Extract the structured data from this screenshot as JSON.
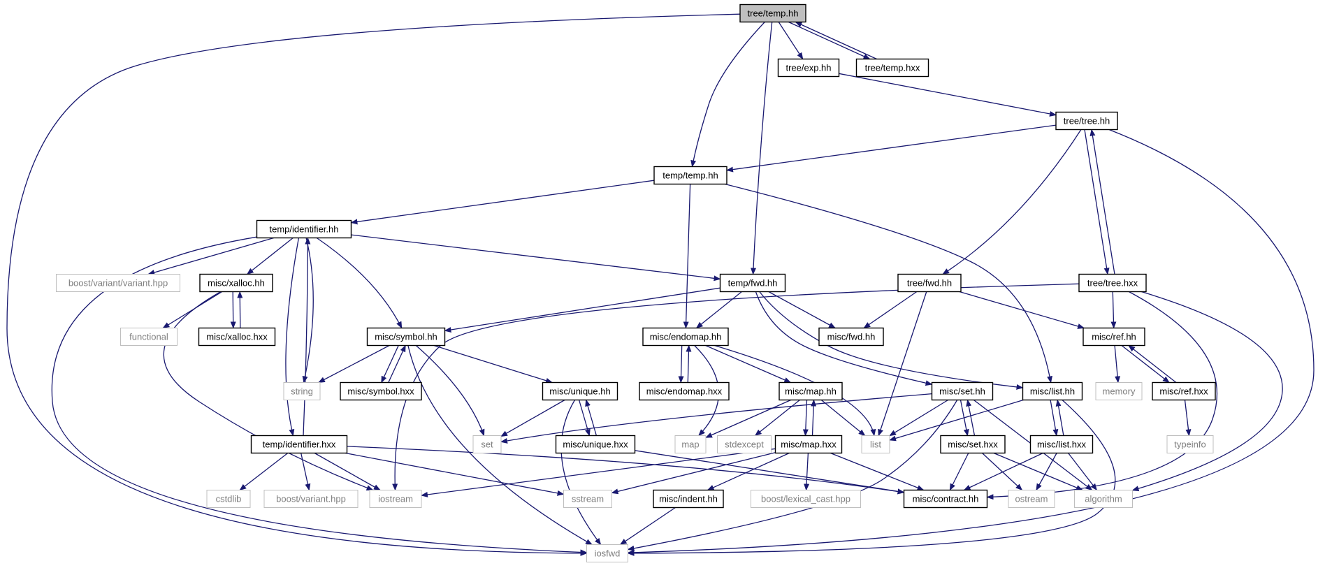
{
  "colors": {
    "edge": "#191970",
    "node_border": "#000000",
    "system_border": "#bfbfbf",
    "system_text": "#7f7f7f",
    "root_fill": "#bfbfbf",
    "text": "#000000"
  },
  "nodes": [
    {
      "id": "tree_temp_hh",
      "label": "tree/temp.hh",
      "kind": "root"
    },
    {
      "id": "tree_exp_hh",
      "label": "tree/exp.hh",
      "kind": "local"
    },
    {
      "id": "tree_temp_hxx",
      "label": "tree/temp.hxx",
      "kind": "local"
    },
    {
      "id": "tree_tree_hh",
      "label": "tree/tree.hh",
      "kind": "local"
    },
    {
      "id": "temp_temp_hh",
      "label": "temp/temp.hh",
      "kind": "local"
    },
    {
      "id": "temp_identifier_hh",
      "label": "temp/identifier.hh",
      "kind": "local"
    },
    {
      "id": "boost_variant_variant_hpp",
      "label": "boost/variant/variant.hpp",
      "kind": "system"
    },
    {
      "id": "misc_xalloc_hh",
      "label": "misc/xalloc.hh",
      "kind": "local"
    },
    {
      "id": "functional",
      "label": "functional",
      "kind": "system"
    },
    {
      "id": "misc_xalloc_hxx",
      "label": "misc/xalloc.hxx",
      "kind": "local"
    },
    {
      "id": "temp_fwd_hh",
      "label": "temp/fwd.hh",
      "kind": "local"
    },
    {
      "id": "tree_fwd_hh",
      "label": "tree/fwd.hh",
      "kind": "local"
    },
    {
      "id": "tree_tree_hxx",
      "label": "tree/tree.hxx",
      "kind": "local"
    },
    {
      "id": "misc_symbol_hh",
      "label": "misc/symbol.hh",
      "kind": "local"
    },
    {
      "id": "misc_endomap_hh",
      "label": "misc/endomap.hh",
      "kind": "local"
    },
    {
      "id": "misc_fwd_hh",
      "label": "misc/fwd.hh",
      "kind": "local"
    },
    {
      "id": "misc_ref_hh",
      "label": "misc/ref.hh",
      "kind": "local"
    },
    {
      "id": "string",
      "label": "string",
      "kind": "system"
    },
    {
      "id": "misc_symbol_hxx",
      "label": "misc/symbol.hxx",
      "kind": "local"
    },
    {
      "id": "misc_endomap_hxx",
      "label": "misc/endomap.hxx",
      "kind": "local"
    },
    {
      "id": "misc_unique_hh",
      "label": "misc/unique.hh",
      "kind": "local"
    },
    {
      "id": "misc_map_hh",
      "label": "misc/map.hh",
      "kind": "local"
    },
    {
      "id": "misc_set_hh",
      "label": "misc/set.hh",
      "kind": "local"
    },
    {
      "id": "misc_list_hh",
      "label": "misc/list.hh",
      "kind": "local"
    },
    {
      "id": "memory",
      "label": "memory",
      "kind": "system"
    },
    {
      "id": "misc_ref_hxx",
      "label": "misc/ref.hxx",
      "kind": "local"
    },
    {
      "id": "temp_identifier_hxx",
      "label": "temp/identifier.hxx",
      "kind": "local"
    },
    {
      "id": "set",
      "label": "set",
      "kind": "system"
    },
    {
      "id": "misc_unique_hxx",
      "label": "misc/unique.hxx",
      "kind": "local"
    },
    {
      "id": "map",
      "label": "map",
      "kind": "system"
    },
    {
      "id": "stdexcept",
      "label": "stdexcept",
      "kind": "system"
    },
    {
      "id": "misc_map_hxx",
      "label": "misc/map.hxx",
      "kind": "local"
    },
    {
      "id": "list",
      "label": "list",
      "kind": "system"
    },
    {
      "id": "misc_set_hxx",
      "label": "misc/set.hxx",
      "kind": "local"
    },
    {
      "id": "misc_list_hxx",
      "label": "misc/list.hxx",
      "kind": "local"
    },
    {
      "id": "typeinfo",
      "label": "typeinfo",
      "kind": "system"
    },
    {
      "id": "cstdlib",
      "label": "cstdlib",
      "kind": "system"
    },
    {
      "id": "boost_variant_hpp",
      "label": "boost/variant.hpp",
      "kind": "system"
    },
    {
      "id": "iostream",
      "label": "iostream",
      "kind": "system"
    },
    {
      "id": "sstream",
      "label": "sstream",
      "kind": "system"
    },
    {
      "id": "misc_indent_hh",
      "label": "misc/indent.hh",
      "kind": "local"
    },
    {
      "id": "boost_lexical_cast_hpp",
      "label": "boost/lexical_cast.hpp",
      "kind": "system"
    },
    {
      "id": "misc_contract_hh",
      "label": "misc/contract.hh",
      "kind": "local"
    },
    {
      "id": "ostream",
      "label": "ostream",
      "kind": "system"
    },
    {
      "id": "algorithm",
      "label": "algorithm",
      "kind": "system"
    },
    {
      "id": "iosfwd",
      "label": "iosfwd",
      "kind": "system"
    }
  ],
  "edges": [
    [
      "tree_temp_hh",
      "tree_exp_hh"
    ],
    [
      "tree_temp_hh",
      "tree_temp_hxx"
    ],
    [
      "tree_temp_hxx",
      "tree_temp_hh"
    ],
    [
      "tree_temp_hh",
      "temp_temp_hh"
    ],
    [
      "tree_temp_hh",
      "temp_fwd_hh"
    ],
    [
      "tree_temp_hh",
      "iosfwd"
    ],
    [
      "tree_exp_hh",
      "tree_tree_hh"
    ],
    [
      "tree_tree_hh",
      "temp_temp_hh"
    ],
    [
      "tree_tree_hh",
      "tree_fwd_hh"
    ],
    [
      "tree_tree_hh",
      "tree_tree_hxx"
    ],
    [
      "tree_tree_hxx",
      "tree_tree_hh"
    ],
    [
      "tree_tree_hh",
      "iosfwd"
    ],
    [
      "temp_temp_hh",
      "temp_identifier_hh"
    ],
    [
      "temp_temp_hh",
      "misc_endomap_hh"
    ],
    [
      "temp_temp_hh",
      "misc_list_hh"
    ],
    [
      "temp_identifier_hh",
      "boost_variant_variant_hpp"
    ],
    [
      "temp_identifier_hh",
      "misc_xalloc_hh"
    ],
    [
      "temp_identifier_hh",
      "string"
    ],
    [
      "temp_identifier_hh",
      "misc_symbol_hh"
    ],
    [
      "temp_identifier_hh",
      "temp_fwd_hh"
    ],
    [
      "temp_identifier_hh",
      "temp_identifier_hxx"
    ],
    [
      "temp_identifier_hxx",
      "temp_identifier_hh"
    ],
    [
      "temp_identifier_hh",
      "iosfwd"
    ],
    [
      "misc_xalloc_hh",
      "functional"
    ],
    [
      "misc_xalloc_hh",
      "misc_xalloc_hxx"
    ],
    [
      "misc_xalloc_hxx",
      "misc_xalloc_hh"
    ],
    [
      "misc_xalloc_hh",
      "iostream"
    ],
    [
      "temp_fwd_hh",
      "misc_symbol_hh"
    ],
    [
      "temp_fwd_hh",
      "misc_endomap_hh"
    ],
    [
      "temp_fwd_hh",
      "misc_fwd_hh"
    ],
    [
      "temp_fwd_hh",
      "misc_set_hh"
    ],
    [
      "temp_fwd_hh",
      "misc_list_hh"
    ],
    [
      "tree_fwd_hh",
      "misc_fwd_hh"
    ],
    [
      "tree_fwd_hh",
      "misc_ref_hh"
    ],
    [
      "tree_fwd_hh",
      "list"
    ],
    [
      "tree_tree_hxx",
      "misc_ref_hh"
    ],
    [
      "tree_tree_hxx",
      "iostream"
    ],
    [
      "tree_tree_hxx",
      "misc_contract_hh"
    ],
    [
      "tree_tree_hxx",
      "algorithm"
    ],
    [
      "misc_symbol_hh",
      "string"
    ],
    [
      "misc_symbol_hh",
      "misc_symbol_hxx"
    ],
    [
      "misc_symbol_hxx",
      "misc_symbol_hh"
    ],
    [
      "misc_symbol_hh",
      "misc_unique_hh"
    ],
    [
      "misc_symbol_hh",
      "set"
    ],
    [
      "misc_symbol_hh",
      "iosfwd"
    ],
    [
      "misc_endomap_hh",
      "misc_endomap_hxx"
    ],
    [
      "misc_endomap_hxx",
      "misc_endomap_hh"
    ],
    [
      "misc_endomap_hh",
      "misc_map_hh"
    ],
    [
      "misc_endomap_hh",
      "map"
    ],
    [
      "misc_endomap_hh",
      "list"
    ],
    [
      "misc_ref_hh",
      "memory"
    ],
    [
      "misc_ref_hh",
      "misc_ref_hxx"
    ],
    [
      "misc_ref_hxx",
      "misc_ref_hh"
    ],
    [
      "misc_ref_hxx",
      "typeinfo"
    ],
    [
      "misc_unique_hh",
      "set"
    ],
    [
      "misc_unique_hh",
      "misc_unique_hxx"
    ],
    [
      "misc_unique_hxx",
      "misc_unique_hh"
    ],
    [
      "misc_unique_hh",
      "iosfwd"
    ],
    [
      "misc_unique_hxx",
      "misc_contract_hh"
    ],
    [
      "misc_map_hh",
      "map"
    ],
    [
      "misc_map_hh",
      "stdexcept"
    ],
    [
      "misc_map_hh",
      "list"
    ],
    [
      "misc_map_hh",
      "misc_map_hxx"
    ],
    [
      "misc_map_hxx",
      "misc_map_hh"
    ],
    [
      "misc_map_hxx",
      "iostream"
    ],
    [
      "misc_map_hxx",
      "sstream"
    ],
    [
      "misc_map_hxx",
      "misc_indent_hh"
    ],
    [
      "misc_map_hxx",
      "boost_lexical_cast_hpp"
    ],
    [
      "misc_map_hxx",
      "misc_contract_hh"
    ],
    [
      "misc_set_hh",
      "set"
    ],
    [
      "misc_set_hh",
      "list"
    ],
    [
      "misc_set_hh",
      "misc_set_hxx"
    ],
    [
      "misc_set_hxx",
      "misc_set_hh"
    ],
    [
      "misc_set_hh",
      "iosfwd"
    ],
    [
      "misc_set_hh",
      "algorithm"
    ],
    [
      "misc_set_hxx",
      "misc_contract_hh"
    ],
    [
      "misc_set_hxx",
      "ostream"
    ],
    [
      "misc_set_hxx",
      "algorithm"
    ],
    [
      "misc_list_hh",
      "list"
    ],
    [
      "misc_list_hh",
      "misc_list_hxx"
    ],
    [
      "misc_list_hxx",
      "misc_list_hh"
    ],
    [
      "misc_list_hh",
      "iosfwd"
    ],
    [
      "misc_list_hxx",
      "misc_contract_hh"
    ],
    [
      "misc_list_hxx",
      "ostream"
    ],
    [
      "misc_list_hxx",
      "algorithm"
    ],
    [
      "temp_identifier_hxx",
      "cstdlib"
    ],
    [
      "temp_identifier_hxx",
      "boost_variant_hpp"
    ],
    [
      "temp_identifier_hxx",
      "iostream"
    ],
    [
      "temp_identifier_hxx",
      "sstream"
    ],
    [
      "temp_identifier_hxx",
      "misc_contract_hh"
    ],
    [
      "misc_indent_hh",
      "iosfwd"
    ]
  ]
}
